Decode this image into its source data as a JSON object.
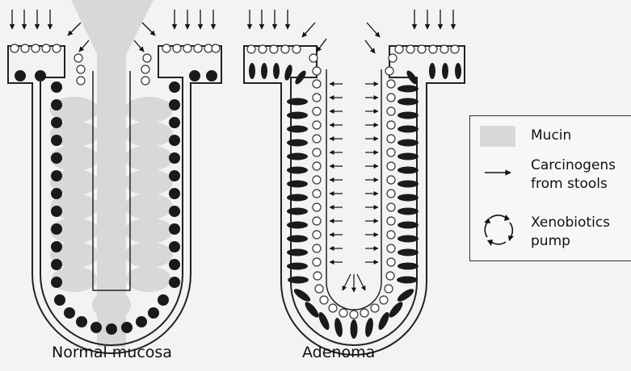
{
  "captions": {
    "normal": "Normal mucosa",
    "adenoma": "Adenoma"
  },
  "legend": {
    "mucin": "Mucin",
    "carcinogens_line1": "Carcinogens",
    "carcinogens_line2": "from stools",
    "xenobiotics_line1": "Xenobiotics",
    "xenobiotics_line2": "pump"
  },
  "colors": {
    "mucin": "#d8d8d8",
    "cell": "#1a1a1a",
    "outline": "#222222",
    "background": "#f3f3f3"
  }
}
